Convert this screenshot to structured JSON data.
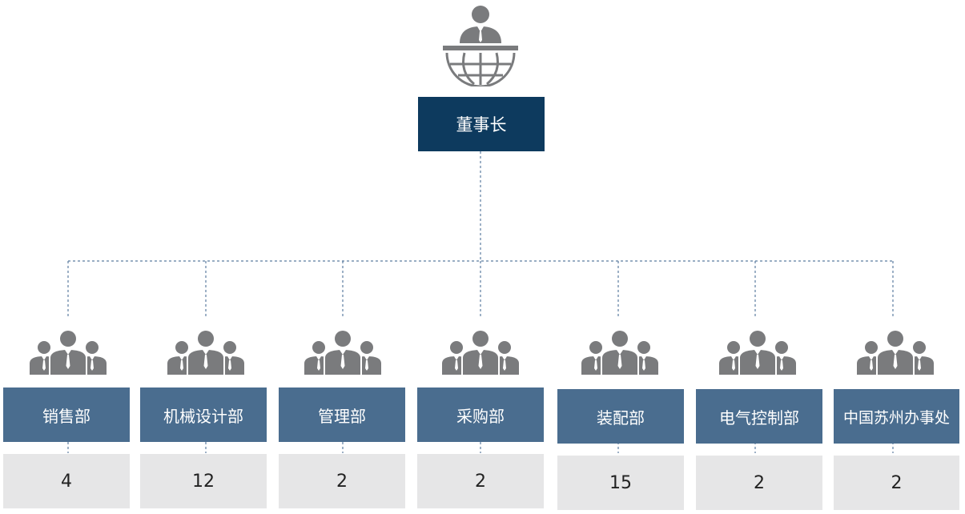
{
  "chairman": {
    "title": "董事长",
    "icon": "chairman-globe-icon"
  },
  "departments": [
    {
      "name": "销售部",
      "count": "4",
      "icon": "team-icon"
    },
    {
      "name": "机械设计部",
      "count": "12",
      "icon": "team-icon"
    },
    {
      "name": "管理部",
      "count": "2",
      "icon": "team-icon"
    },
    {
      "name": "采购部",
      "count": "2",
      "icon": "team-icon"
    },
    {
      "name": "装配部",
      "count": "15",
      "icon": "team-icon"
    },
    {
      "name": "电气控制部",
      "count": "2",
      "icon": "team-icon"
    },
    {
      "name": "中国苏州办事处",
      "count": "2",
      "icon": "team-icon"
    }
  ],
  "colors": {
    "chairman_box": "#0d3a5e",
    "department_box": "#4a6d8f",
    "count_box": "#e6e6e7",
    "icon": "#7a7b7d",
    "connector": "#5c7da1"
  }
}
